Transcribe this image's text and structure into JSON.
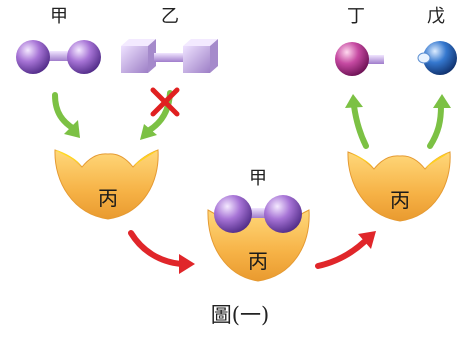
{
  "labels": {
    "jia": "甲",
    "yi": "乙",
    "ding": "丁",
    "wu": "戊",
    "bing": "丙",
    "jia_bound": "甲"
  },
  "caption": "圖(一)",
  "colors": {
    "purple": "#9b63c9",
    "magenta": "#c2409a",
    "blue": "#2f72c8",
    "bowl": "#f5b44a",
    "green_arrow": "#7cc144",
    "red_arrow": "#e0262a",
    "cross": "#e02020"
  }
}
